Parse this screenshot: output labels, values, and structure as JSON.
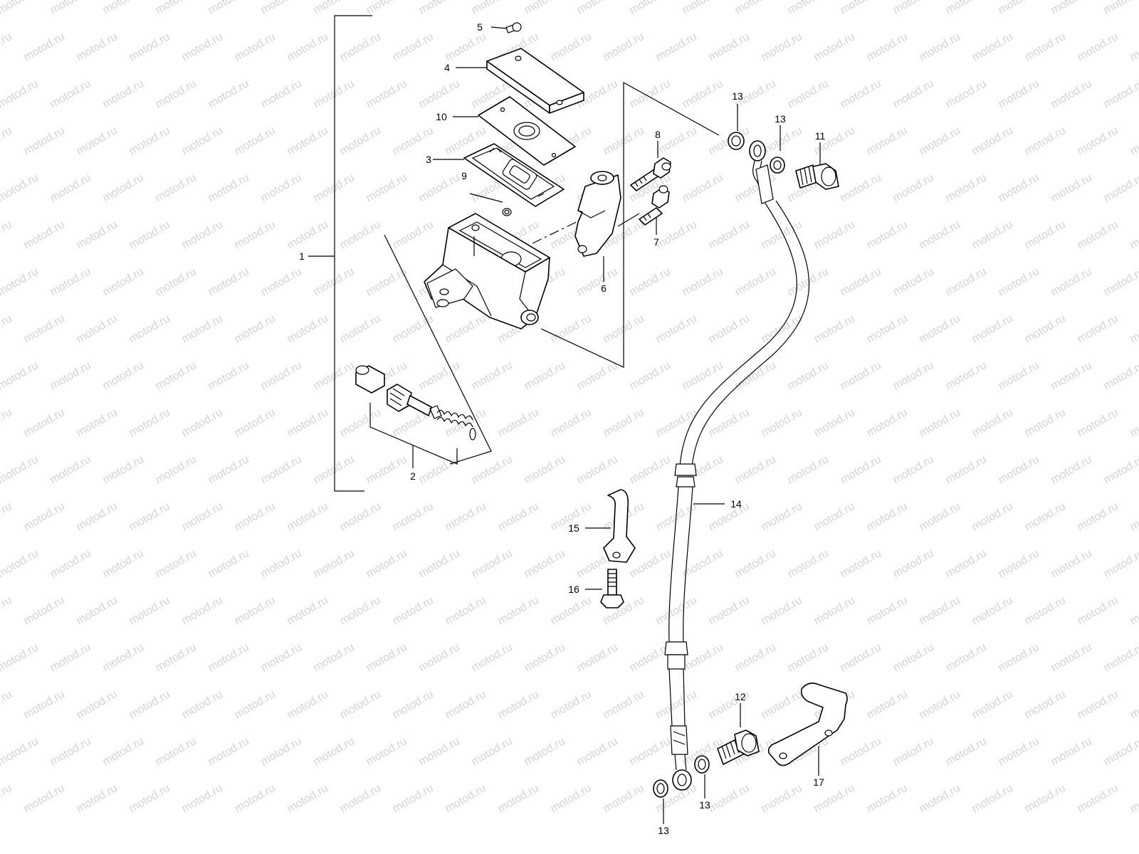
{
  "watermark": "motod.ru",
  "colors": {
    "line": "#000000",
    "background": "#ffffff",
    "watermark": "#d4d4d4"
  },
  "callouts": [
    {
      "id": "label-1",
      "text": "1"
    },
    {
      "id": "label-2",
      "text": "2"
    },
    {
      "id": "label-3",
      "text": "3"
    },
    {
      "id": "label-4",
      "text": "4"
    },
    {
      "id": "label-5",
      "text": "5"
    },
    {
      "id": "label-6",
      "text": "6"
    },
    {
      "id": "label-7",
      "text": "7"
    },
    {
      "id": "label-8",
      "text": "8"
    },
    {
      "id": "label-9",
      "text": "9"
    },
    {
      "id": "label-10",
      "text": "10"
    },
    {
      "id": "label-11",
      "text": "11"
    },
    {
      "id": "label-12",
      "text": "12"
    },
    {
      "id": "label-13-top-left",
      "text": "13"
    },
    {
      "id": "label-13-top-right",
      "text": "13"
    },
    {
      "id": "label-13-bottom-left",
      "text": "13"
    },
    {
      "id": "label-13-bottom-right",
      "text": "13"
    },
    {
      "id": "label-14",
      "text": "14"
    },
    {
      "id": "label-15",
      "text": "15"
    },
    {
      "id": "label-16",
      "text": "16"
    },
    {
      "id": "label-17",
      "text": "17"
    }
  ]
}
